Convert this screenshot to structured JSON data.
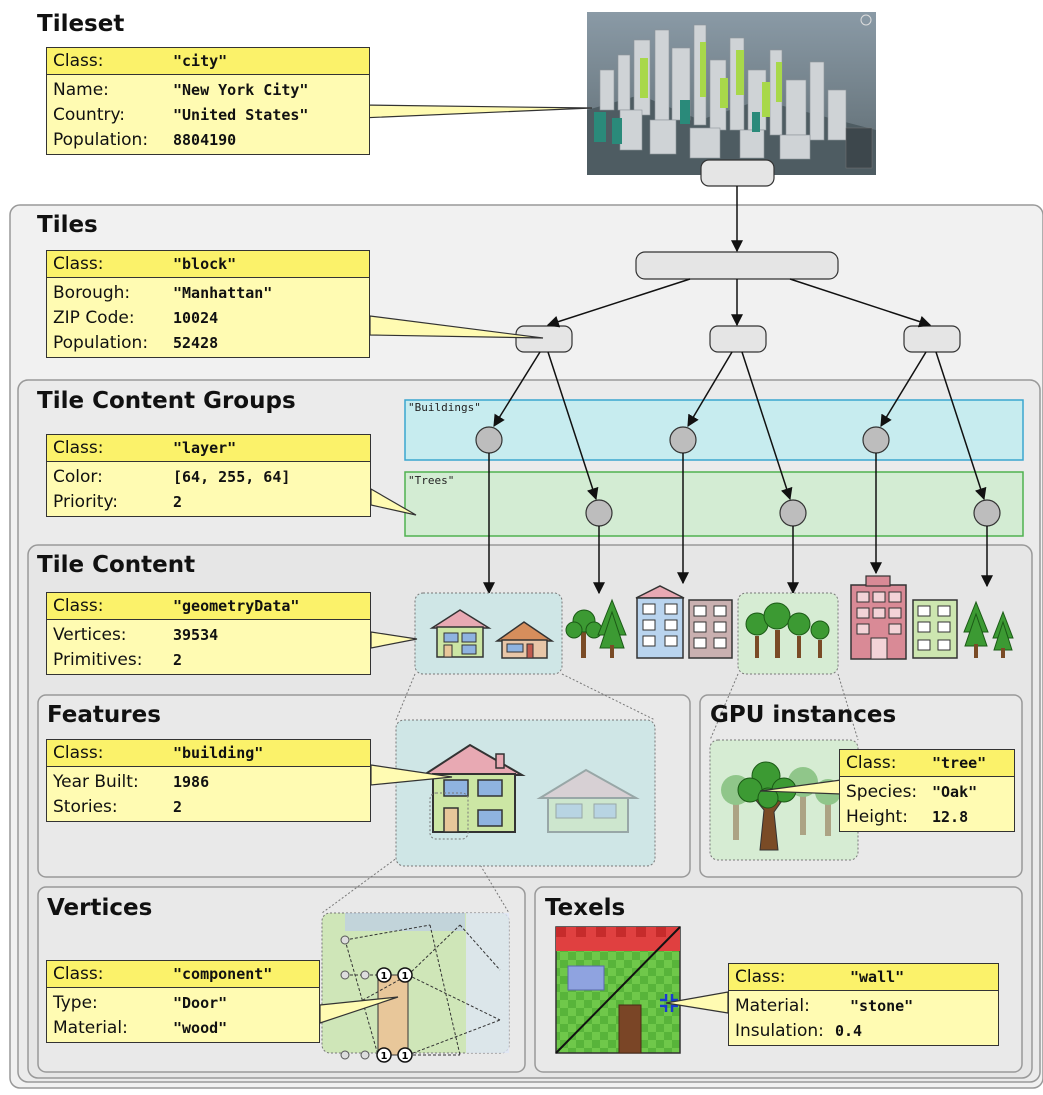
{
  "sections": {
    "tileset": "Tileset",
    "tiles": "Tiles",
    "tile_content_groups": "Tile Content Groups",
    "tile_content": "Tile Content",
    "features": "Features",
    "gpu_instances": "GPU instances",
    "vertices": "Vertices",
    "texels": "Texels"
  },
  "group_labels": {
    "buildings": "\"Buildings\"",
    "trees": "\"Trees\""
  },
  "metadata": {
    "city": {
      "class_label": "Class:",
      "class_value": "\"city\"",
      "rows": [
        {
          "key": "Name:",
          "value": "\"New York City\""
        },
        {
          "key": "Country:",
          "value": "\"United States\""
        },
        {
          "key": "Population:",
          "value": "8804190"
        }
      ]
    },
    "block": {
      "class_label": "Class:",
      "class_value": "\"block\"",
      "rows": [
        {
          "key": "Borough:",
          "value": "\"Manhattan\""
        },
        {
          "key": "ZIP Code:",
          "value": "10024"
        },
        {
          "key": "Population:",
          "value": "52428"
        }
      ]
    },
    "layer": {
      "class_label": "Class:",
      "class_value": "\"layer\"",
      "rows": [
        {
          "key": "Color:",
          "value": "[64, 255, 64]"
        },
        {
          "key": "Priority:",
          "value": "2"
        }
      ]
    },
    "geometry": {
      "class_label": "Class:",
      "class_value": "\"geometryData\"",
      "rows": [
        {
          "key": "Vertices:",
          "value": "39534"
        },
        {
          "key": "Primitives:",
          "value": "2"
        }
      ]
    },
    "building": {
      "class_label": "Class:",
      "class_value": "\"building\"",
      "rows": [
        {
          "key": "Year Built:",
          "value": "1986"
        },
        {
          "key": "Stories:",
          "value": "2"
        }
      ]
    },
    "tree": {
      "class_label": "Class:",
      "class_value": "\"tree\"",
      "rows": [
        {
          "key": "Species:",
          "value": "\"Oak\""
        },
        {
          "key": "Height:",
          "value": "12.8"
        }
      ]
    },
    "component": {
      "class_label": "Class:",
      "class_value": "\"component\"",
      "rows": [
        {
          "key": "Type:",
          "value": "\"Door\""
        },
        {
          "key": "Material:",
          "value": "\"wood\""
        }
      ]
    },
    "wall": {
      "class_label": "Class:",
      "class_value": "\"wall\"",
      "rows": [
        {
          "key": "Material:",
          "value": "\"stone\""
        },
        {
          "key": "Insulation:",
          "value": "0.4"
        }
      ]
    }
  },
  "vertex_index_label": "1",
  "colors": {
    "metadata_header": "#fbf26a",
    "metadata_body": "#fffbb2",
    "buildings_group": "#c7ecef",
    "trees_group": "#d3ecd3",
    "section_fill": "#ececec"
  },
  "icons": [
    "city-render-image",
    "house-icon",
    "apartment-icon",
    "tree-icon",
    "oak-tree-icon",
    "pine-tree-icon"
  ]
}
